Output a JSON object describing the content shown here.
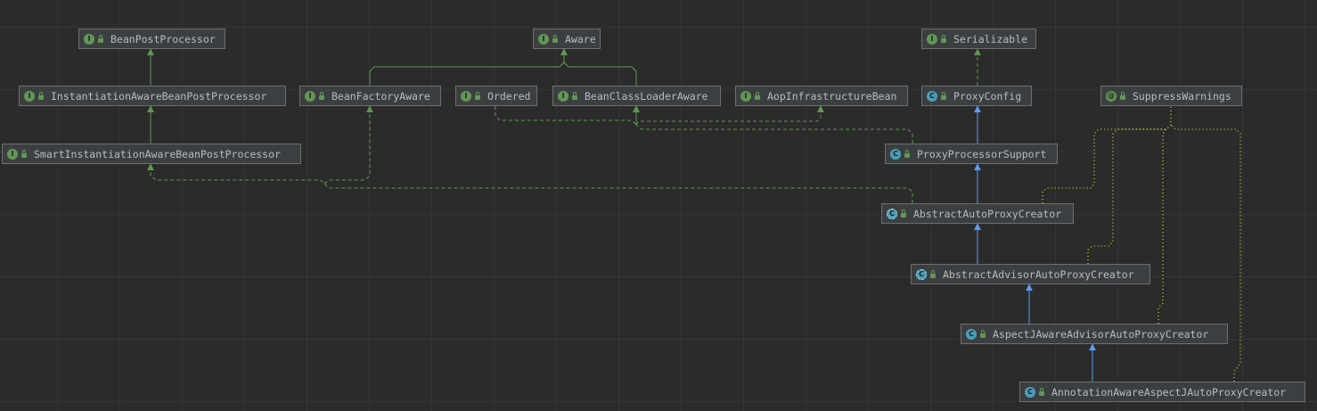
{
  "diagram": {
    "nodes": [
      {
        "id": "BeanPostProcessor",
        "label": "BeanPostProcessor",
        "kind": "interface",
        "badge": "I"
      },
      {
        "id": "Aware",
        "label": "Aware",
        "kind": "interface",
        "badge": "I"
      },
      {
        "id": "Serializable",
        "label": "Serializable",
        "kind": "interface",
        "badge": "I"
      },
      {
        "id": "InstantiationAwareBeanPostProcessor",
        "label": "InstantiationAwareBeanPostProcessor",
        "kind": "interface",
        "badge": "I"
      },
      {
        "id": "BeanFactoryAware",
        "label": "BeanFactoryAware",
        "kind": "interface",
        "badge": "I"
      },
      {
        "id": "Ordered",
        "label": "Ordered",
        "kind": "interface",
        "badge": "I"
      },
      {
        "id": "BeanClassLoaderAware",
        "label": "BeanClassLoaderAware",
        "kind": "interface",
        "badge": "I"
      },
      {
        "id": "AopInfrastructureBean",
        "label": "AopInfrastructureBean",
        "kind": "interface",
        "badge": "I"
      },
      {
        "id": "ProxyConfig",
        "label": "ProxyConfig",
        "kind": "class",
        "badge": "C"
      },
      {
        "id": "SuppressWarnings",
        "label": "SuppressWarnings",
        "kind": "annotation",
        "badge": "@"
      },
      {
        "id": "SmartInstantiationAwareBeanPostProcessor",
        "label": "SmartInstantiationAwareBeanPostProcessor",
        "kind": "interface",
        "badge": "I"
      },
      {
        "id": "ProxyProcessorSupport",
        "label": "ProxyProcessorSupport",
        "kind": "class",
        "badge": "C"
      },
      {
        "id": "AbstractAutoProxyCreator",
        "label": "AbstractAutoProxyCreator",
        "kind": "abstract",
        "badge": "C"
      },
      {
        "id": "AbstractAdvisorAutoProxyCreator",
        "label": "AbstractAdvisorAutoProxyCreator",
        "kind": "abstract",
        "badge": "C"
      },
      {
        "id": "AspectJAwareAdvisorAutoProxyCreator",
        "label": "AspectJAwareAdvisorAutoProxyCreator",
        "kind": "class",
        "badge": "C"
      },
      {
        "id": "AnnotationAwareAspectJAutoProxyCreator",
        "label": "AnnotationAwareAspectJAutoProxyCreator",
        "kind": "class",
        "badge": "C"
      }
    ],
    "edges": [
      {
        "from": "InstantiationAwareBeanPostProcessor",
        "to": "BeanPostProcessor",
        "type": "extends-interface"
      },
      {
        "from": "SmartInstantiationAwareBeanPostProcessor",
        "to": "InstantiationAwareBeanPostProcessor",
        "type": "extends-interface"
      },
      {
        "from": "BeanFactoryAware",
        "to": "Aware",
        "type": "extends-interface"
      },
      {
        "from": "BeanClassLoaderAware",
        "to": "Aware",
        "type": "extends-interface"
      },
      {
        "from": "ProxyConfig",
        "to": "Serializable",
        "type": "implements"
      },
      {
        "from": "ProxyProcessorSupport",
        "to": "ProxyConfig",
        "type": "extends-class"
      },
      {
        "from": "ProxyProcessorSupport",
        "to": "Ordered",
        "type": "implements"
      },
      {
        "from": "ProxyProcessorSupport",
        "to": "BeanClassLoaderAware",
        "type": "implements"
      },
      {
        "from": "ProxyProcessorSupport",
        "to": "AopInfrastructureBean",
        "type": "implements"
      },
      {
        "from": "AbstractAutoProxyCreator",
        "to": "ProxyProcessorSupport",
        "type": "extends-class"
      },
      {
        "from": "AbstractAutoProxyCreator",
        "to": "SmartInstantiationAwareBeanPostProcessor",
        "type": "implements"
      },
      {
        "from": "AbstractAutoProxyCreator",
        "to": "BeanFactoryAware",
        "type": "implements"
      },
      {
        "from": "AbstractAdvisorAutoProxyCreator",
        "to": "AbstractAutoProxyCreator",
        "type": "extends-class"
      },
      {
        "from": "AspectJAwareAdvisorAutoProxyCreator",
        "to": "AbstractAdvisorAutoProxyCreator",
        "type": "extends-class"
      },
      {
        "from": "AnnotationAwareAspectJAutoProxyCreator",
        "to": "AspectJAwareAdvisorAutoProxyCreator",
        "type": "extends-class"
      },
      {
        "from": "AbstractAutoProxyCreator",
        "to": "SuppressWarnings",
        "type": "annotated"
      },
      {
        "from": "AbstractAdvisorAutoProxyCreator",
        "to": "SuppressWarnings",
        "type": "annotated"
      },
      {
        "from": "AspectJAwareAdvisorAutoProxyCreator",
        "to": "SuppressWarnings",
        "type": "annotated"
      },
      {
        "from": "AnnotationAwareAspectJAutoProxyCreator",
        "to": "SuppressWarnings",
        "type": "annotated"
      }
    ]
  },
  "colors": {
    "background": "#2b2b2b",
    "node_fill": "#3c3f41",
    "node_border": "#6e6e6e",
    "text": "#bbbbbb",
    "interface_edge": "#629755",
    "class_edge": "#589df6",
    "annotation_edge": "#bbb529"
  }
}
